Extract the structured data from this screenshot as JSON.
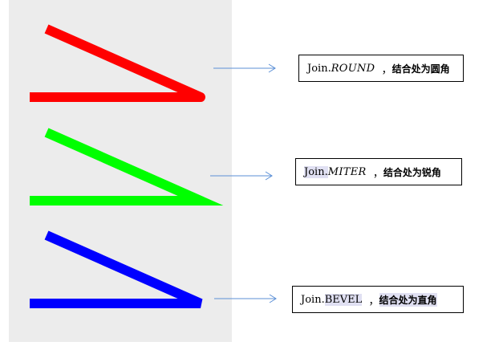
{
  "joins": [
    {
      "id": "round",
      "color": "#ff0000",
      "prefix": "Join.",
      "keyword": "ROUND",
      "separator": "  ，",
      "description": "结合处为圆角"
    },
    {
      "id": "miter",
      "color": "#00ff00",
      "prefix": "Join.",
      "keyword": "MITER",
      "separator": "  ，",
      "description": "结合处为锐角"
    },
    {
      "id": "bevel",
      "color": "#0000ff",
      "prefix": "Join.",
      "keyword": "BEVEL",
      "separator": "  ，",
      "description": "结合处为直角"
    }
  ],
  "arrow_color": "#5b8fd6",
  "panel_color": "#ececec"
}
